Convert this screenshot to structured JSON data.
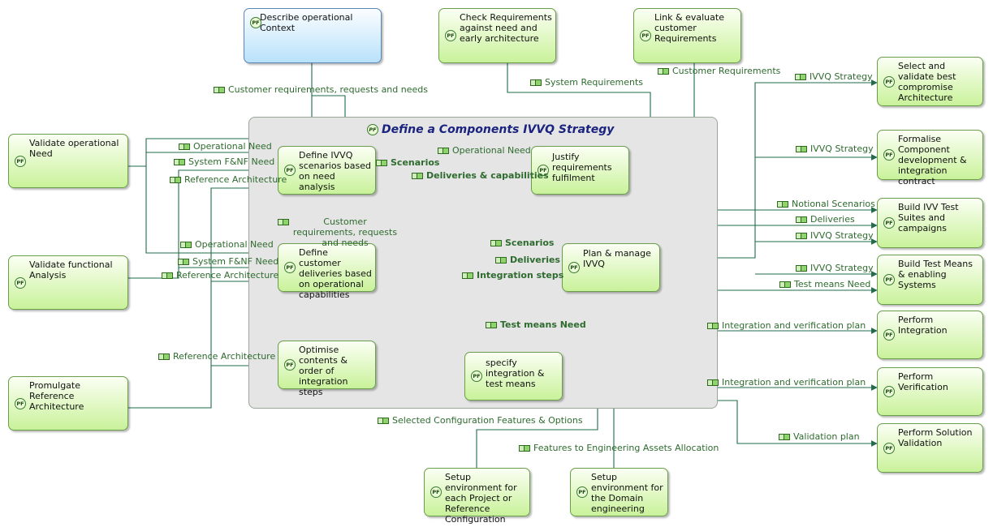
{
  "container": {
    "title": "Define a Components IVVQ Strategy"
  },
  "icon_label": "PF",
  "colors": {
    "container_title": "#1a237e",
    "flow_label": "#2e6b2e",
    "edge": "#1f6b4a",
    "box_fill": "#c9f29a",
    "context_fill": "#b9e2fb"
  },
  "functions": {
    "describe_context": "Describe operational Context",
    "check_requirements": "Check Requirements against need and early architecture",
    "link_evaluate": "Link & evaluate customer Requirements",
    "select_validate": "Select and validate best compromise Architecture",
    "formalise": "Formalise Component development & integration contract",
    "build_test_suites": "Build IVV Test Suites and campaigns",
    "build_test_means": "Build Test Means & enabling Systems",
    "perform_integration": "Perform Integration",
    "perform_verification": "Perform Verification",
    "perform_solution_validation": "Perform Solution Validation",
    "validate_operational_need": "Validate operational Need",
    "validate_functional_analysis": "Validate functional Analysis",
    "promulgate_ref_arch": "Promulgate Reference Architecture",
    "define_ivvq_scenarios": "Define IVVQ scenarios based on need analysis",
    "define_customer_deliveries": "Define customer deliveries based on operational capabilities",
    "optimise_contents": "Optimise contents & order of integration steps",
    "justify_fulfilment": "Justify requirements fulfilment",
    "plan_manage": "Plan & manage IVVQ",
    "specify_integration": "specify integration & test means",
    "setup_env_project": "Setup environment for each Project or Reference Configuration",
    "setup_env_domain": "Setup environment for the Domain engineering"
  },
  "flows": {
    "customer_req_top": "Customer requirements, requests and needs",
    "system_requirements": "System Requirements",
    "customer_requirements": "Customer Requirements",
    "ivvq_strategy_1": "IVVQ Strategy",
    "ivvq_strategy_2": "IVVQ Strategy",
    "notional_scenarios": "Notional Scenarios",
    "deliveries_out": "Deliveries",
    "ivvq_strategy_3": "IVVQ Strategy",
    "ivvq_strategy_4": "IVVQ Strategy",
    "test_means_need_out": "Test means Need",
    "ivp_1": "Integration and verification plan",
    "ivp_2": "Integration and verification plan",
    "validation_plan": "Validation plan",
    "operational_need_1": "Operational Need",
    "system_fnf_need_1": "System F&NF Need",
    "reference_arch_1": "Reference Architecture",
    "operational_need_2": "Operational Need",
    "system_fnf_need_2": "System F&NF Need",
    "reference_arch_2": "Reference Architecture",
    "reference_arch_3": "Reference Architecture",
    "operational_need_inner": "Operational Need",
    "scenarios_1": "Scenarios",
    "deliveries_capabilities": "Deliveries & capabilities",
    "customer_req_inner": "Customer requirements, requests and needs",
    "scenarios_2": "Scenarios",
    "deliveries_inner": "Deliveries",
    "integration_steps": "Integration steps",
    "test_means_need_inner": "Test means Need",
    "selected_configuration": "Selected Configuration Features & Options",
    "features_allocation": "Features to Engineering Assets Allocation"
  }
}
